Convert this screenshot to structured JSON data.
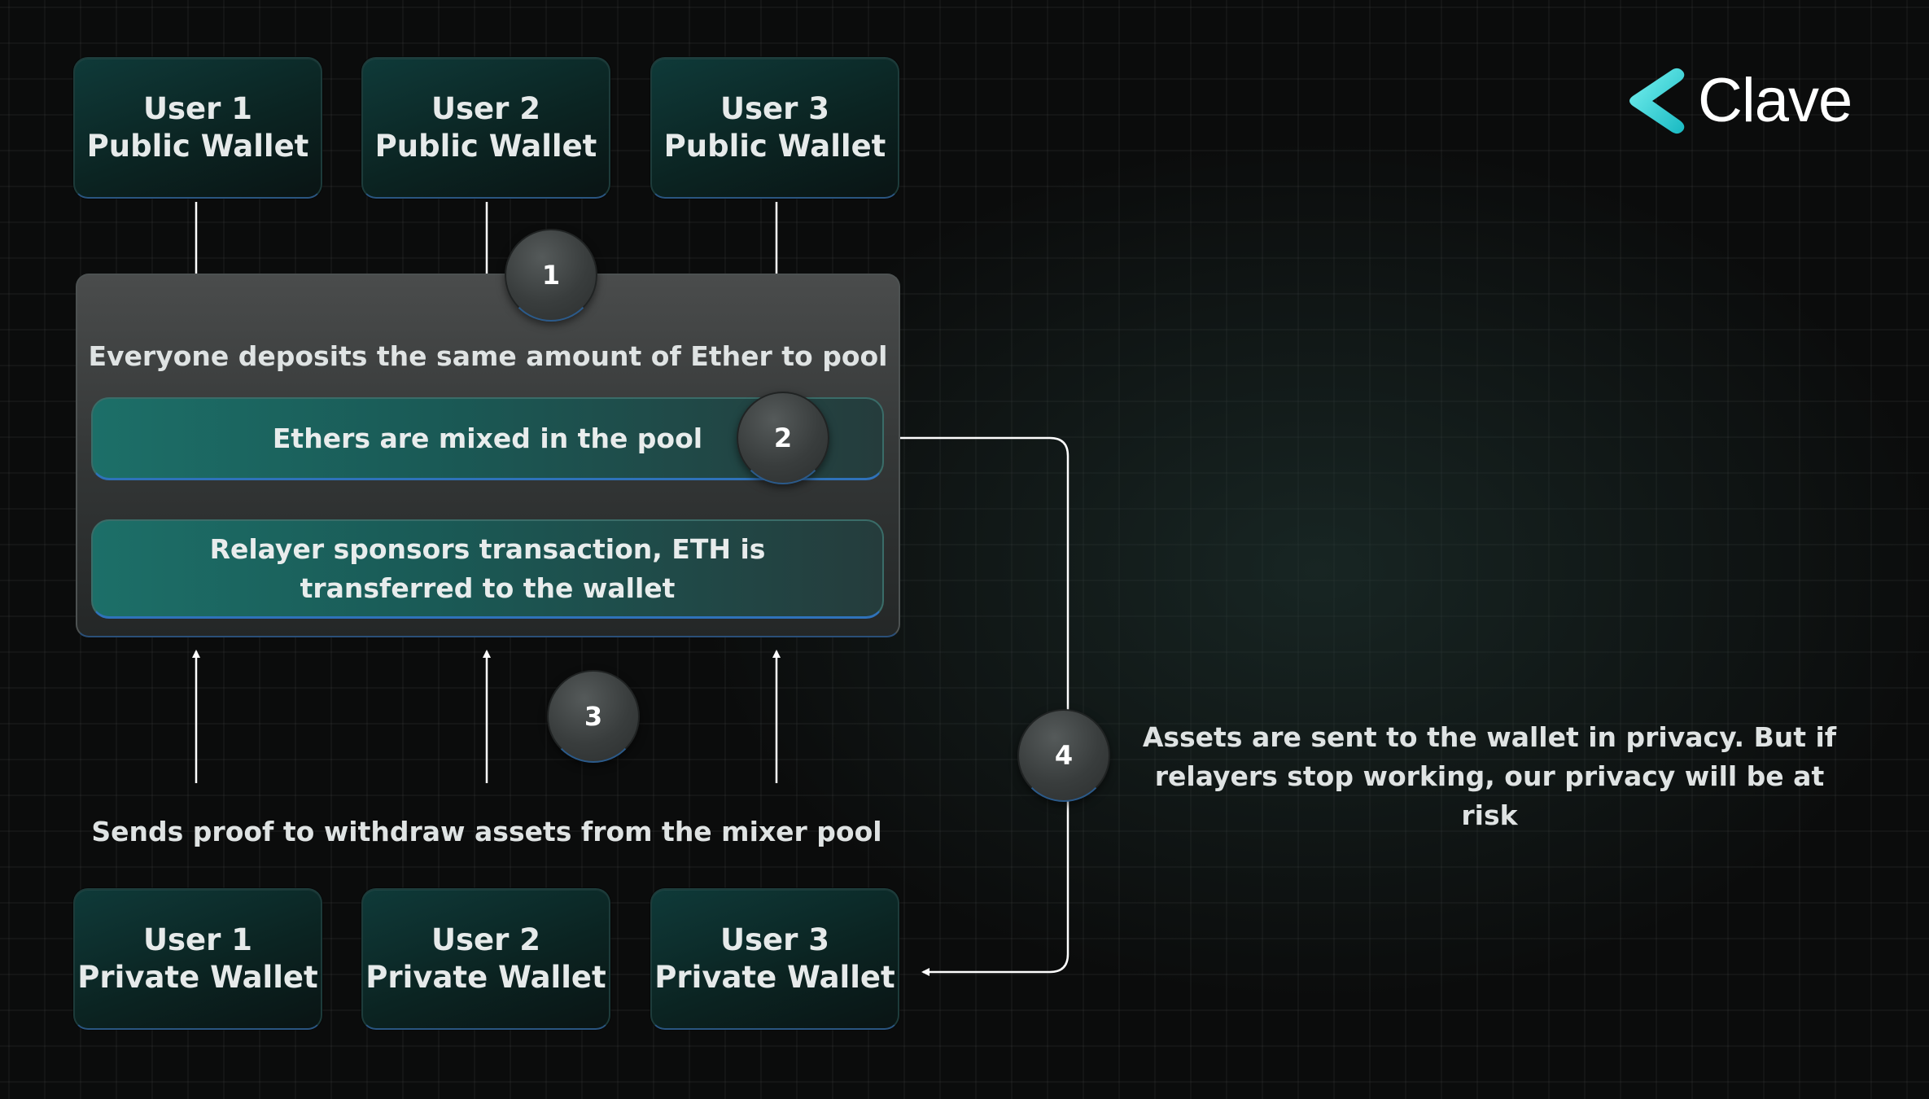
{
  "brand": {
    "name": "Clave",
    "accent_color": "#2fd3d6"
  },
  "public_wallets": [
    {
      "line1": "User 1",
      "line2": "Public Wallet"
    },
    {
      "line1": "User 2",
      "line2": "Public Wallet"
    },
    {
      "line1": "User 3",
      "line2": "Public Wallet"
    }
  ],
  "private_wallets": [
    {
      "line1": "User 1",
      "line2": "Private Wallet"
    },
    {
      "line1": "User 2",
      "line2": "Private Wallet"
    },
    {
      "line1": "User 3",
      "line2": "Private Wallet"
    }
  ],
  "pool": {
    "title": "Everyone deposits the same amount of Ether to pool",
    "mix_label": "Ethers are mixed in the pool",
    "relayer_line1": "Relayer sponsors transaction, ETH is",
    "relayer_line2": "transferred to the wallet"
  },
  "steps": [
    "1",
    "2",
    "3",
    "4"
  ],
  "withdraw_caption": "Sends proof to withdraw assets from the mixer pool",
  "privacy_note": {
    "line1": "Assets are sent to the wallet in privacy. But if",
    "line2": "relayers stop working, our privacy will be at risk"
  }
}
